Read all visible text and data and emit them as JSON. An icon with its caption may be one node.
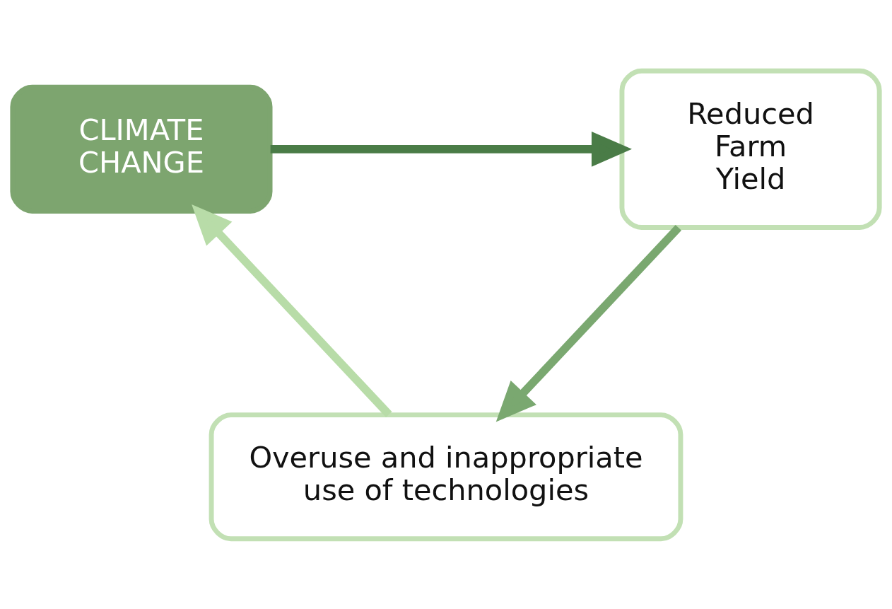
{
  "diagram": {
    "nodes": [
      {
        "text": [
          "CLIMATE CHANGE"
        ]
      },
      {
        "text": [
          "Reduced Farm Yield"
        ]
      },
      {
        "text": [
          "Overuse and inappropriate use of technologies"
        ]
      }
    ],
    "edges": [
      {
        "from": 0,
        "to": 1,
        "arrow": "to",
        "color": "#4a7c47"
      },
      {
        "from": 1,
        "to": 2,
        "arrow": "to",
        "color": "#7aa870"
      },
      {
        "from": 2,
        "to": 0,
        "arrow": "to",
        "color": "#b8dca8"
      }
    ]
  }
}
